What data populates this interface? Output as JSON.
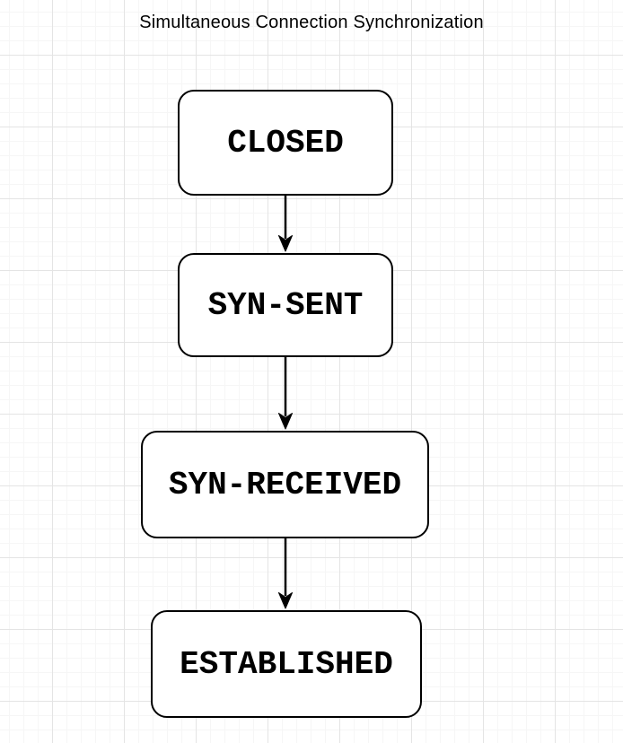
{
  "title": "Simultaneous Connection Synchronization",
  "nodes": [
    {
      "id": "closed",
      "label": "CLOSED"
    },
    {
      "id": "syn-sent",
      "label": "SYN-SENT"
    },
    {
      "id": "syn-received",
      "label": "SYN-RECEIVED"
    },
    {
      "id": "established",
      "label": "ESTABLISHED"
    }
  ],
  "edges": [
    {
      "from": "CLOSED",
      "to": "SYN-SENT"
    },
    {
      "from": "SYN-SENT",
      "to": "SYN-RECEIVED"
    },
    {
      "from": "SYN-RECEIVED",
      "to": "ESTABLISHED"
    }
  ],
  "colors": {
    "background": "#ffffff",
    "grid_major": "#e4e4e4",
    "grid_minor": "#f6f6f6",
    "node_fill": "#ffffff",
    "node_border": "#000000",
    "node_text": "#000000",
    "arrow": "#000000",
    "title_text": "#000000"
  }
}
